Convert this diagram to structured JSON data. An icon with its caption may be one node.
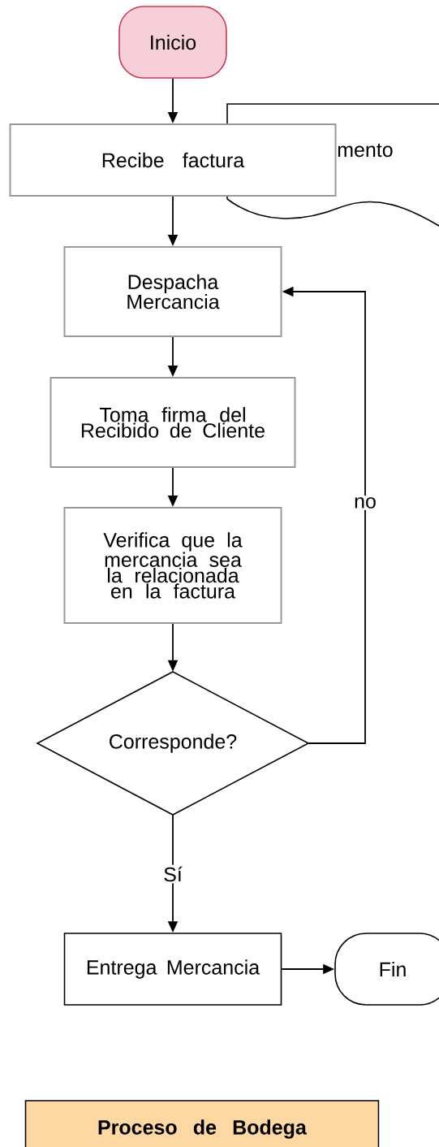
{
  "diagram": {
    "nodes": [
      {
        "text": [
          "Inicio"
        ]
      },
      {
        "text": [
          "Recibe factura"
        ]
      },
      {
        "text": [
          "mento"
        ]
      },
      {
        "text": [
          "Despacha Mercancia"
        ]
      },
      {
        "text": [
          "Toma firma del Recibido de Cliente"
        ]
      },
      {
        "text": [
          "Verifica que la mercancia sea la relacionada en la factura"
        ]
      },
      {
        "text": [
          "Corresponde?"
        ]
      },
      {
        "text": [
          "Entrega Mercancia"
        ]
      },
      {
        "text": [
          "Fin"
        ]
      },
      {
        "text": [
          "**Proceso de Bodega**"
        ]
      }
    ],
    "edges": [
      {
        "from": 0,
        "to": 1,
        "arrow": "to"
      },
      {
        "from": 1,
        "to": 3,
        "arrow": "to"
      },
      {
        "from": 3,
        "to": 4,
        "arrow": "to"
      },
      {
        "from": 4,
        "to": 5,
        "arrow": "to"
      },
      {
        "from": 5,
        "to": 6,
        "arrow": "to"
      },
      {
        "from": 6,
        "to": 7,
        "arrow": "to",
        "label": "Sí"
      },
      {
        "from": 7,
        "to": 8,
        "arrow": "to"
      },
      {
        "from": 6,
        "to": 3,
        "arrow": "to",
        "label": "no"
      }
    ]
  }
}
